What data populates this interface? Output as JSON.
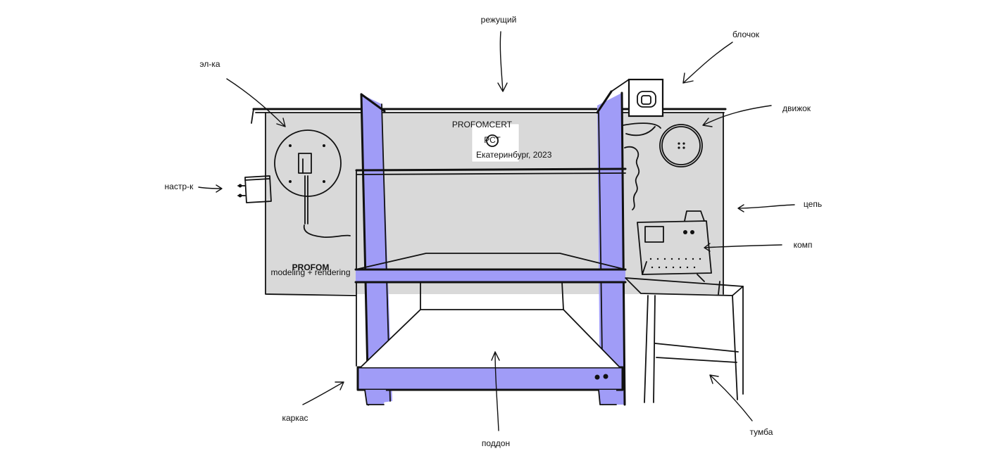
{
  "colors": {
    "frame": "#a09cf7",
    "panel": "#d9d9d9",
    "ink": "#111111",
    "background": "#ffffff"
  },
  "labels": {
    "cutting": "режущий",
    "pulley": "блочок",
    "electrics": "эл-ка",
    "motor": "движок",
    "tuner": "настр-к",
    "chain": "цепь",
    "computer": "комп",
    "frame": "каркас",
    "pallet": "поддон",
    "cabinet": "тумба"
  },
  "logo": {
    "name": "PROFOM",
    "tagline": "modeling + rendering"
  },
  "certificate": {
    "header": "PROFOMCERT",
    "mark": "РСТ",
    "footer": "Екатеринбург, 2023"
  }
}
